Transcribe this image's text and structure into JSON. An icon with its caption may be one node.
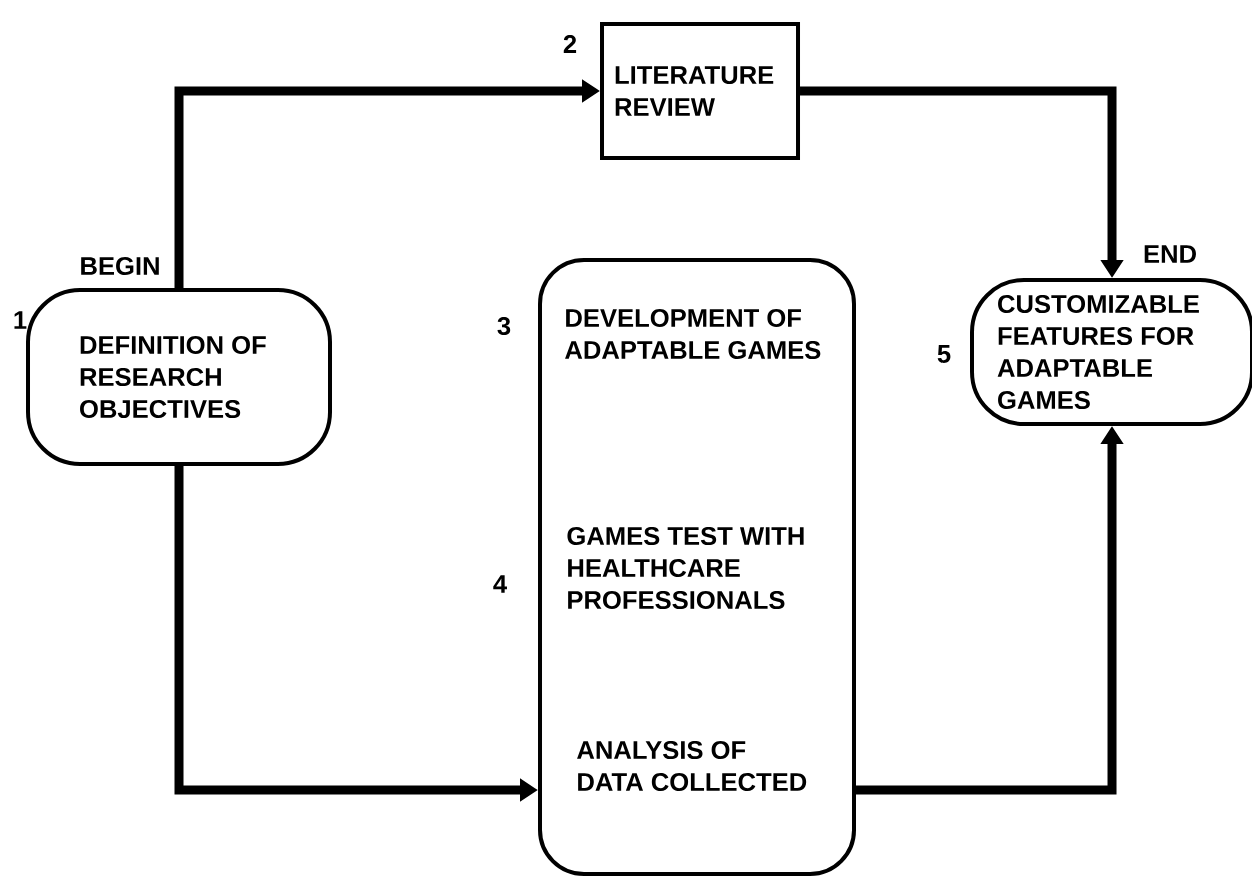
{
  "diagram": {
    "nodes": [
      {
        "text": [
          "DEFINITION OF RESEARCH OBJECTIVES"
        ],
        "beside": [
          "1",
          "BEGIN"
        ]
      },
      {
        "text": [
          "LITERATURE REVIEW"
        ],
        "beside": [
          "2"
        ]
      },
      {
        "text": [],
        "shape": "box"
      },
      {
        "text": [
          "DEVELOPMENT OF ADAPTABLE GAMES"
        ],
        "in": 2,
        "beside": [
          "3"
        ]
      },
      {
        "text": [
          "GAMES TEST WITH HEALTHCARE PROFESSIONALS"
        ],
        "in": 2,
        "beside": [
          "4"
        ]
      },
      {
        "text": [
          "ANALYSIS OF DATA COLLECTED"
        ],
        "in": 2
      },
      {
        "text": [
          "CUSTOMIZABLE FEATURES FOR ADAPTABLE GAMES"
        ],
        "beside": [
          "5",
          "END"
        ]
      }
    ],
    "edges": [
      {
        "from": 0,
        "to": 1,
        "arrow": "to"
      },
      {
        "from": 1,
        "to": 6,
        "arrow": "to"
      },
      {
        "from": 0,
        "to": 2,
        "arrow": "to"
      },
      {
        "from": 2,
        "to": 6,
        "arrow": "to"
      }
    ]
  }
}
